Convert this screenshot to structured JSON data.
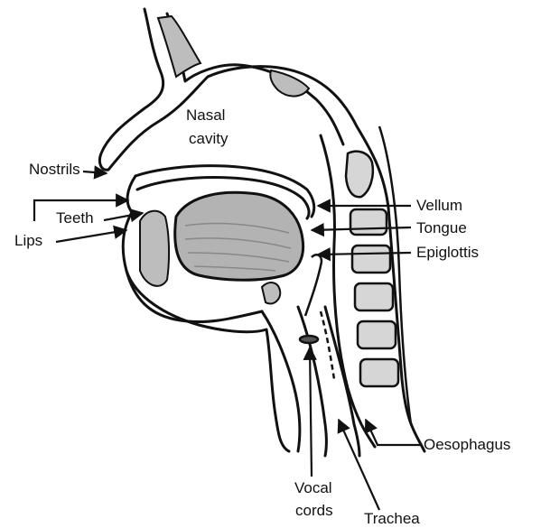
{
  "figure": "Cross-section of the human head and throat showing the speech organs",
  "labels": {
    "nasal_cavity_1": "Nasal",
    "nasal_cavity_2": "cavity",
    "nostrils": "Nostrils",
    "teeth": "Teeth",
    "lips": "Lips",
    "vellum": "Vellum",
    "tongue": "Tongue",
    "epiglottis": "Epiglottis",
    "oesophagus": "Oesophagus",
    "vocal_cords_1": "Vocal",
    "vocal_cords_2": "cords",
    "trachea": "Trachea"
  },
  "colors": {
    "outline": "#111111",
    "tissue_gray": "#bdbdbd",
    "tongue_gray": "#b3b3b3",
    "cavity_white": "#ffffff"
  }
}
